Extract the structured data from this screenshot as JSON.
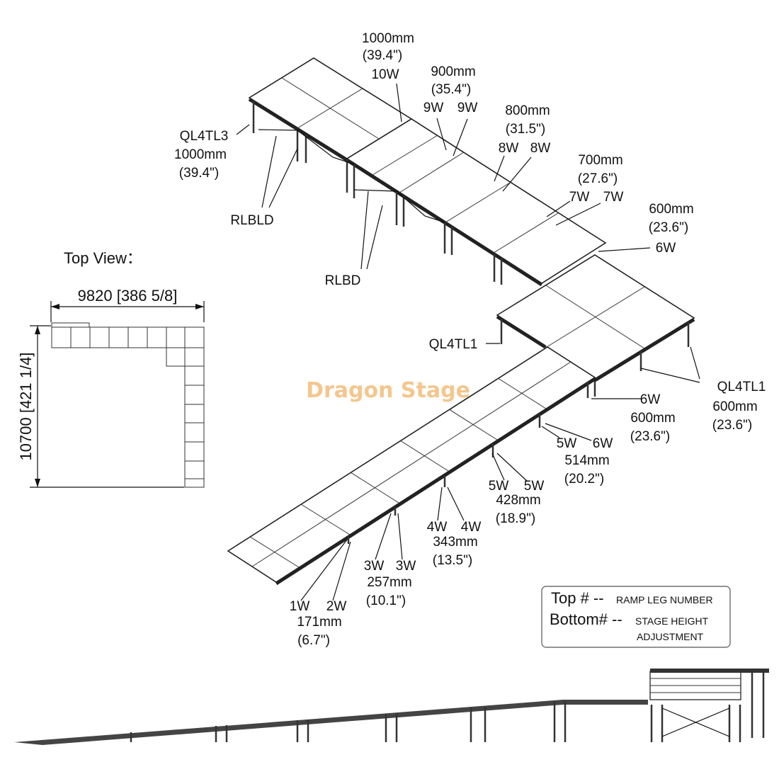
{
  "watermark": "Dragon Stage",
  "top_view": {
    "title": "Top View：",
    "width_dim": "9820 [386 5/8]",
    "height_dim": "10700 [421 1/4]"
  },
  "parts": {
    "ql4tl3": "QL4TL3",
    "ql4tl3_size": "1000mm",
    "ql4tl3_inch": "(39.4\")",
    "rlbld": "RLBLD",
    "rlbd": "RLBD",
    "ql4tl1_inner": "QL4TL1",
    "ql4tl1_outer": "QL4TL1",
    "ql4tl1_size": "600mm",
    "ql4tl1_inch": "(23.6\")"
  },
  "upper_legs": [
    {
      "mm": "1000mm",
      "inch": "(39.4\")",
      "a": "10W",
      "b": ""
    },
    {
      "mm": "900mm",
      "inch": "(35.4\")",
      "a": "9W",
      "b": "9W"
    },
    {
      "mm": "800mm",
      "inch": "(31.5\")",
      "a": "8W",
      "b": "8W"
    },
    {
      "mm": "700mm",
      "inch": "(27.6\")",
      "a": "7W",
      "b": "7W"
    },
    {
      "mm": "600mm",
      "inch": "(23.6\")",
      "a": "6W",
      "b": ""
    }
  ],
  "lower_legs": [
    {
      "a": "6W",
      "b": "",
      "mm": "600mm",
      "inch": "(23.6\")"
    },
    {
      "a": "5W",
      "b": "6W",
      "mm": "514mm",
      "inch": "(20.2\")"
    },
    {
      "a": "5W",
      "b": "5W",
      "mm": "428mm",
      "inch": "(18.9\")"
    },
    {
      "a": "4W",
      "b": "4W",
      "mm": "343mm",
      "inch": "(13.5\")"
    },
    {
      "a": "3W",
      "b": "3W",
      "mm": "257mm",
      "inch": "(10.1\")"
    },
    {
      "a": "1W",
      "b": "2W",
      "mm": "171mm",
      "inch": "(6.7\")"
    }
  ],
  "legend": {
    "top_key": "Top # --",
    "top_desc": "RAMP LEG NUMBER",
    "bottom_key": "Bottom# --",
    "bottom_desc_1": "STAGE HEIGHT",
    "bottom_desc_2": "ADJUSTMENT"
  }
}
